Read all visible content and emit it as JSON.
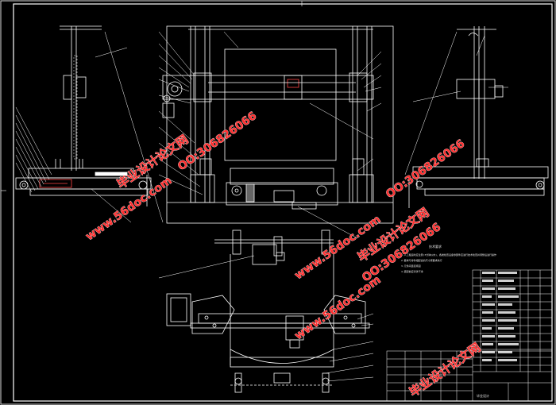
{
  "drawing": {
    "frame_color": "#ffffff",
    "background": "#000000",
    "tech_requirements_title": "技术要求",
    "tech_requirements_lines": [
      "1.人工搬运时应注意(3分钟以内)，各类检查设备零部件应进行技术检查并调整后进行操作",
      "2.要求与零件相配合的尺寸按要求执行",
      "3.元件间连接紧固",
      "4.装配前应清洗干净"
    ],
    "title_block_name": "毕业设计"
  },
  "watermarks": [
    {
      "text": "毕业设计论文网",
      "color": "#ff3030"
    },
    {
      "text": "OO:306826066",
      "color": "#ff3030"
    },
    {
      "text": "www.56doc.com",
      "color": "#ff3030"
    },
    {
      "text": "OO:306826066",
      "color": "#ff3030"
    },
    {
      "text": "www.56doc.com",
      "color": "#ff3030"
    },
    {
      "text": "毕业设计论文网",
      "color": "#ff3030"
    },
    {
      "text": "www.56doc.com",
      "color": "#ff3030"
    },
    {
      "text": "OO:306826066",
      "color": "#ff3030"
    },
    {
      "text": "毕业设计论文网",
      "color": "#ff3030"
    }
  ]
}
